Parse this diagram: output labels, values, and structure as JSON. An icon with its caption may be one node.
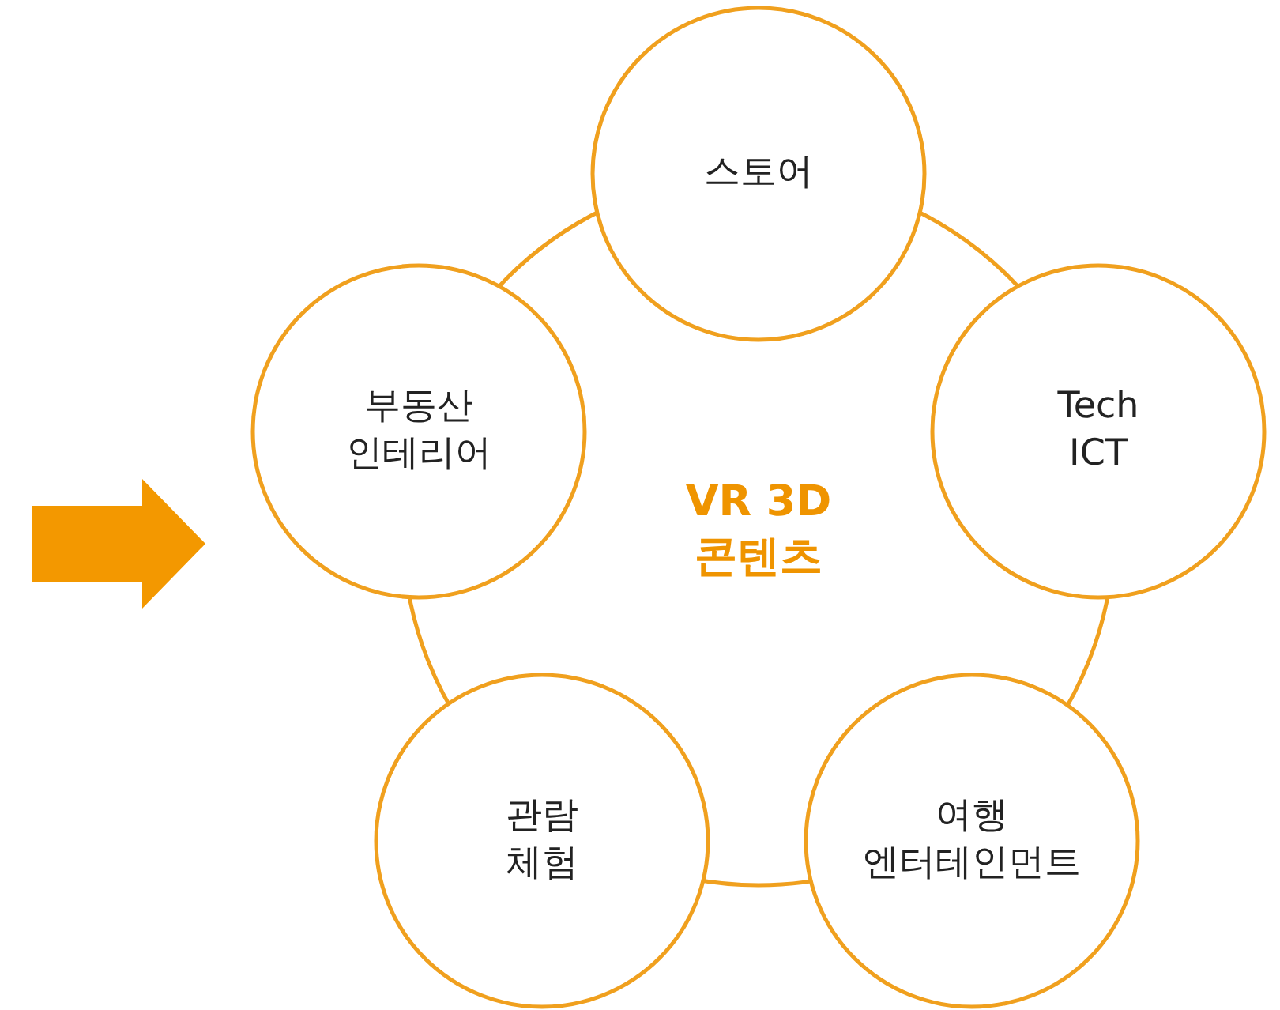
{
  "diagram": {
    "nodes": [
      {
        "text": [
          "VR 3D 콘텐츠"
        ]
      },
      {
        "text": [
          "스토어"
        ]
      },
      {
        "text": [
          "Tech ICT"
        ]
      },
      {
        "text": [
          "여행 엔터테인먼트"
        ]
      },
      {
        "text": [
          "관람 체험"
        ]
      },
      {
        "text": [
          "부동산 인테리어"
        ]
      }
    ]
  }
}
